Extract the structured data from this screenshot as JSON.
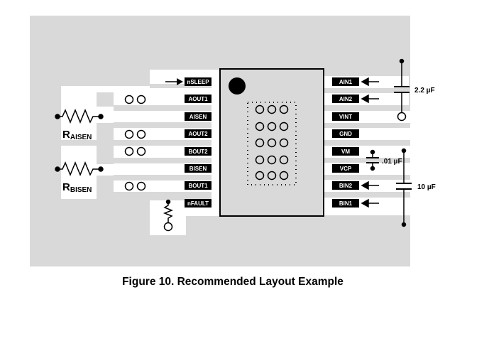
{
  "figure": {
    "caption": "Figure 10.  Recommended Layout Example"
  },
  "left_pins": [
    "nSLEEP",
    "AOUT1",
    "AISEN",
    "AOUT2",
    "BOUT2",
    "BISEN",
    "BOUT1",
    "nFAULT"
  ],
  "right_pins": [
    "AIN1",
    "AIN2",
    "VINT",
    "GND",
    "VM",
    "VCP",
    "BIN2",
    "BIN1"
  ],
  "resistors": {
    "r1": {
      "main": "R",
      "sub": "AISEN"
    },
    "r2": {
      "main": "R",
      "sub": "BISEN"
    }
  },
  "capacitors": {
    "c1": "2.2 µF",
    "c2": ".01 µF",
    "c3": "10 µF"
  },
  "colors": {
    "board": "#d9d9d9",
    "copper": "#ffffff",
    "pin_label_bg": "#000000",
    "ic_body": "#d9d9d9"
  }
}
